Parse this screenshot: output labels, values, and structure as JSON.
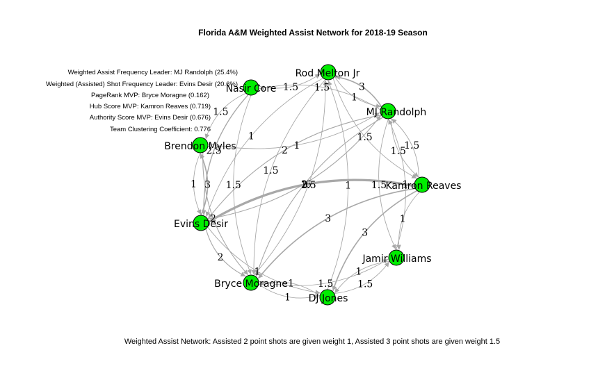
{
  "title": "Florida A&M Weighted Assist Network for 2018-19 Season",
  "stats": [
    "Weighted Assist Frequency Leader: MJ Randolph (25.4%)",
    "Weighted (Assisted) Shot Frequency Leader: Evins Desir (20.6%)",
    "PageRank MVP: Bryce Moragne (0.162)",
    "Hub Score MVP: Kamron Reaves (0.719)",
    "Authority Score MVP: Evins Desir (0.676)",
    "Team Clustering Coefficient: 0.776"
  ],
  "caption": "Weighted Assist Network: Assisted 2 point shots are given weight 1, Assisted 3 point shots are given weight 1.5",
  "colors": {
    "node_fill": "#00ee00",
    "node_stroke": "#000000",
    "edge": "#a8a8a8"
  },
  "nodes": [
    {
      "id": "rod",
      "label": "Rod Melton Jr"
    },
    {
      "id": "mj",
      "label": "MJ Randolph"
    },
    {
      "id": "kamron",
      "label": "Kamron Reaves"
    },
    {
      "id": "jamir",
      "label": "Jamir Williams"
    },
    {
      "id": "dj",
      "label": "DJ Jones"
    },
    {
      "id": "bryce",
      "label": "Bryce Moragne"
    },
    {
      "id": "evins",
      "label": "Evins Desir"
    },
    {
      "id": "brendon",
      "label": "Brendon Myles"
    },
    {
      "id": "nasir",
      "label": "Nasir Core"
    }
  ],
  "edges": [
    {
      "from": "kamron",
      "to": "evins",
      "weight": "6"
    },
    {
      "from": "kamron",
      "to": "bryce",
      "weight": "3"
    },
    {
      "from": "kamron",
      "to": "dj",
      "weight": "3"
    },
    {
      "from": "mj",
      "to": "rod",
      "weight": "3"
    },
    {
      "from": "mj",
      "to": "bryce",
      "weight": "2"
    },
    {
      "from": "mj",
      "to": "kamron",
      "weight": "1.5"
    },
    {
      "from": "kamron",
      "to": "mj",
      "weight": "1.5"
    },
    {
      "from": "mj",
      "to": "nasir",
      "weight": "1.5"
    },
    {
      "from": "mj",
      "to": "evins",
      "weight": "2"
    },
    {
      "from": "rod",
      "to": "mj",
      "weight": "1"
    },
    {
      "from": "rod",
      "to": "evins",
      "weight": "1"
    },
    {
      "from": "rod",
      "to": "kamron",
      "weight": "1.5"
    },
    {
      "from": "nasir",
      "to": "rod",
      "weight": "1.5"
    },
    {
      "from": "nasir",
      "to": "brendon",
      "weight": "1.5"
    },
    {
      "from": "nasir",
      "to": "evins",
      "weight": "2.5"
    },
    {
      "from": "nasir",
      "to": "bryce",
      "weight": "1.5"
    },
    {
      "from": "brendon",
      "to": "mj",
      "weight": "1"
    },
    {
      "from": "brendon",
      "to": "evins",
      "weight": "1"
    },
    {
      "from": "brendon",
      "to": "bryce",
      "weight": "2"
    },
    {
      "from": "evins",
      "to": "brendon",
      "weight": "3"
    },
    {
      "from": "evins",
      "to": "mj",
      "weight": "2"
    },
    {
      "from": "evins",
      "to": "dj",
      "weight": "1"
    },
    {
      "from": "evins",
      "to": "bryce",
      "weight": "2"
    },
    {
      "from": "bryce",
      "to": "dj",
      "weight": "1"
    },
    {
      "from": "dj",
      "to": "bryce",
      "weight": "1"
    },
    {
      "from": "bryce",
      "to": "rod",
      "weight": "1.5"
    },
    {
      "from": "bryce",
      "to": "jamir",
      "weight": "1.5"
    },
    {
      "from": "jamir",
      "to": "dj",
      "weight": "1"
    },
    {
      "from": "dj",
      "to": "jamir",
      "weight": "1.5"
    },
    {
      "from": "jamir",
      "to": "mj",
      "weight": "1"
    },
    {
      "from": "kamron",
      "to": "jamir",
      "weight": "1"
    },
    {
      "from": "mj",
      "to": "jamir",
      "weight": "1.5"
    },
    {
      "from": "dj",
      "to": "rod",
      "weight": "1"
    },
    {
      "from": "rod",
      "to": "bryce",
      "weight": "1.5"
    }
  ]
}
